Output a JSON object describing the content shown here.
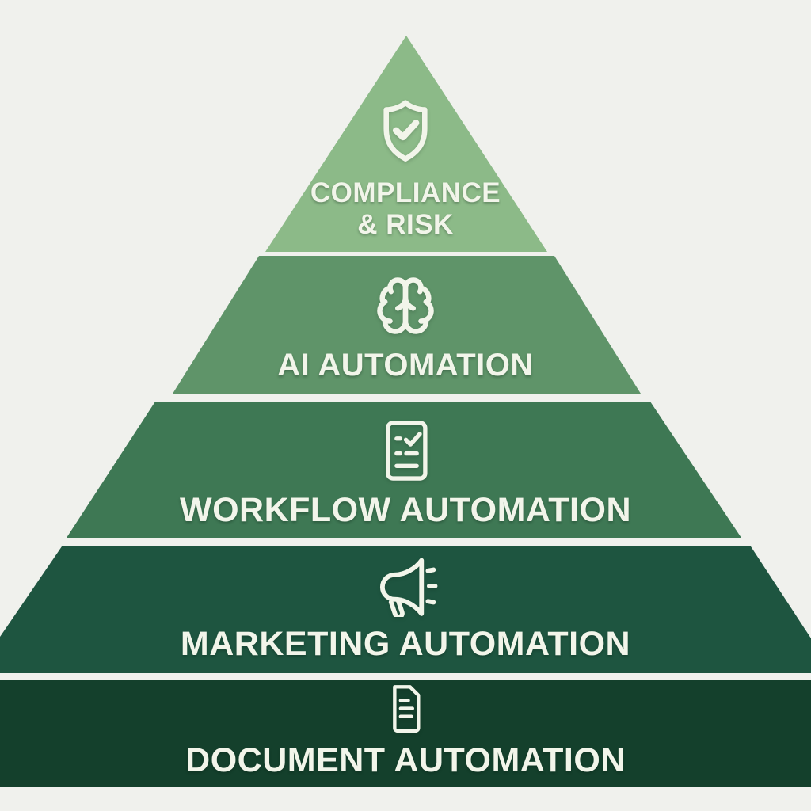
{
  "background_color": "#F0F1ED",
  "pyramid": {
    "text_color": "#F2F5EA",
    "icon_color": "#F2F5EA",
    "levels": [
      {
        "id": "compliance-risk",
        "lines": [
          "COMPLIANCE",
          "& RISK"
        ],
        "icon": "shield-check-icon",
        "color": "#8CBA88"
      },
      {
        "id": "ai-automation",
        "label": "AI AUTOMATION",
        "icon": "brain-icon",
        "color": "#5F9469"
      },
      {
        "id": "workflow-automation",
        "label": "WORKFLOW AUTOMATION",
        "icon": "checklist-icon",
        "color": "#3E7854"
      },
      {
        "id": "marketing-automation",
        "label": "MARKETING AUTOMATION",
        "icon": "megaphone-icon",
        "color": "#1E5540"
      },
      {
        "id": "document-automation",
        "label": "DOCUMENT AUTOMATION",
        "icon": "document-icon",
        "color": "#14402C"
      }
    ]
  }
}
